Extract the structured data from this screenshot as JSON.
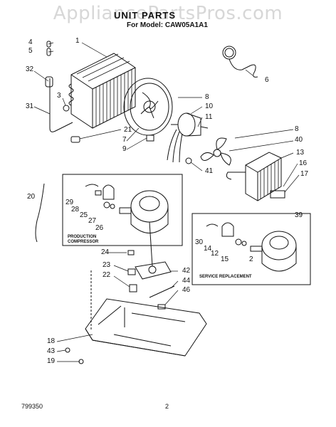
{
  "watermark": "AppliancePartsPros.com",
  "title": "UNIT PARTS",
  "model_line": "For Model: CAW05A1A1",
  "callouts": [
    "1",
    "3",
    "4",
    "5",
    "6",
    "7",
    "8",
    "9",
    "10",
    "11",
    "12",
    "13",
    "14",
    "15",
    "16",
    "17",
    "18",
    "19",
    "2",
    "20",
    "21",
    "22",
    "23",
    "24",
    "25",
    "26",
    "27",
    "28",
    "29",
    "30",
    "31",
    "32",
    "39",
    "40",
    "41",
    "42",
    "43",
    "44",
    "46"
  ],
  "box_labels": {
    "production": "PRODUCTION",
    "compressor": "COMPRESSOR",
    "service": "SERVICE REPLACEMENT"
  },
  "footer": {
    "code": "799350",
    "page": "2"
  }
}
